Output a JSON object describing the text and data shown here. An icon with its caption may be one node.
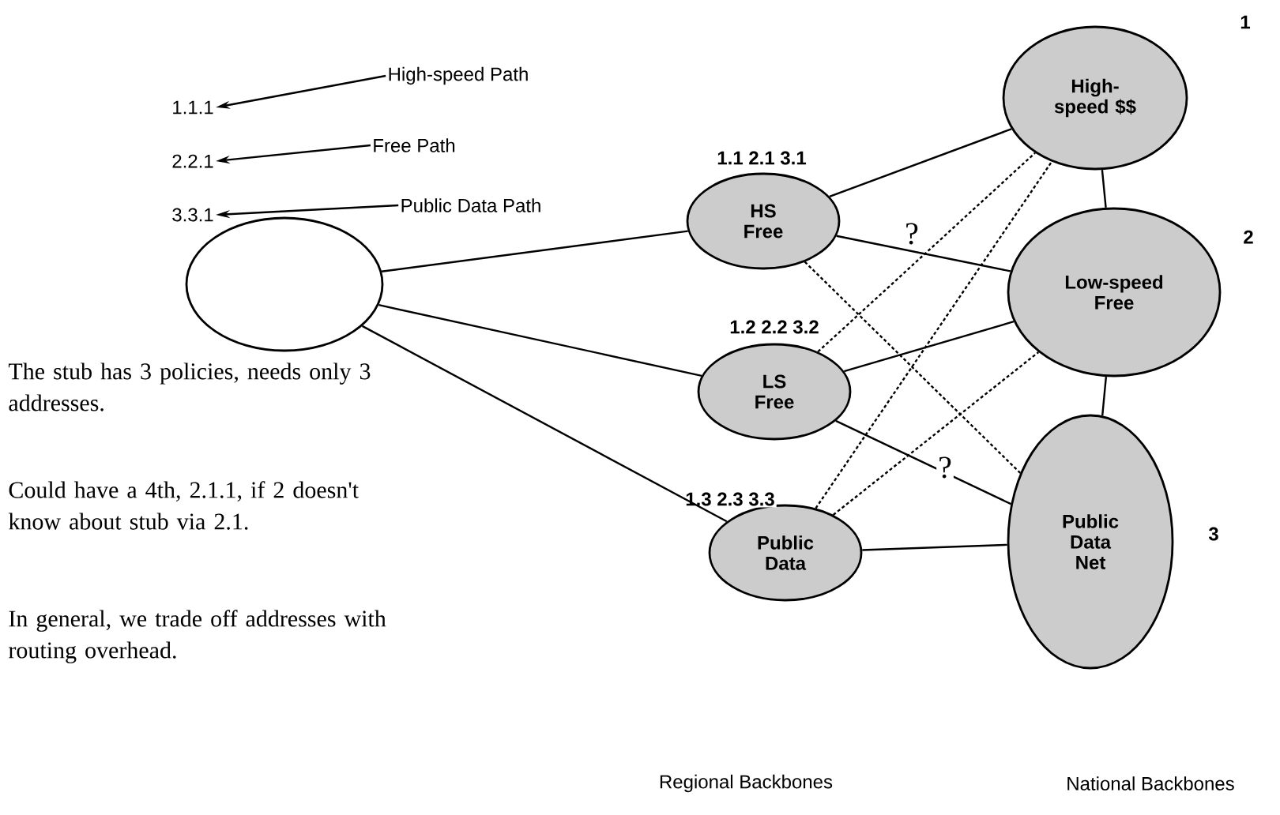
{
  "diagram": {
    "nodes": [
      {
        "text": [
          "1.1.1"
        ]
      },
      {
        "text": [
          "High-speed Path"
        ]
      },
      {
        "text": [
          "2.2.1"
        ]
      },
      {
        "text": [
          "Free Path"
        ]
      },
      {
        "text": [
          "3.3.1"
        ]
      },
      {
        "text": [
          "Public Data Path"
        ]
      },
      {
        "text": [],
        "shape": "ellipse"
      },
      {
        "text": [
          "HS Free"
        ],
        "beside": [
          "1.1 2.1 3.1"
        ]
      },
      {
        "text": [
          "LS Free"
        ],
        "beside": [
          "1.2 2.2 3.2"
        ]
      },
      {
        "text": [
          "Public Data"
        ],
        "beside": [
          "1.3 2.3 3.3"
        ]
      },
      {
        "text": [
          "High-speed $$"
        ],
        "beside": [
          "1"
        ]
      },
      {
        "text": [
          "Low-speed Free"
        ],
        "beside": [
          "2"
        ]
      },
      {
        "text": [
          "Public Data Net"
        ],
        "beside": [
          "3"
        ]
      }
    ],
    "edges": [
      {
        "from": 1,
        "to": 0,
        "arrow": "to"
      },
      {
        "from": 3,
        "to": 2,
        "arrow": "to"
      },
      {
        "from": 5,
        "to": 4,
        "arrow": "to"
      },
      {
        "from": 6,
        "to": 7,
        "arrow": "none"
      },
      {
        "from": 6,
        "to": 8,
        "arrow": "none"
      },
      {
        "from": 6,
        "to": 9,
        "arrow": "none"
      },
      {
        "from": 7,
        "to": 10,
        "arrow": "none"
      },
      {
        "from": 7,
        "to": 11,
        "arrow": "none"
      },
      {
        "from": 7,
        "to": 12,
        "arrow": "none",
        "style": "dashed"
      },
      {
        "from": 8,
        "to": 10,
        "arrow": "none",
        "style": "dashed"
      },
      {
        "from": 8,
        "to": 11,
        "arrow": "none"
      },
      {
        "from": 8,
        "to": 12,
        "arrow": "none"
      },
      {
        "from": 9,
        "to": 10,
        "arrow": "none",
        "style": "dashed"
      },
      {
        "from": 9,
        "to": 11,
        "arrow": "none",
        "style": "dashed"
      },
      {
        "from": 9,
        "to": 12,
        "arrow": "none"
      },
      {
        "from": 10,
        "to": 11,
        "arrow": "none"
      },
      {
        "from": 11,
        "to": 12,
        "arrow": "none"
      }
    ],
    "labels": [
      "?",
      "The stub has 3 policies, needs only 3 addresses.",
      "Could have a 4th, 2.1.1, if 2 doesn't know about stub via 2.1.",
      "?",
      "In general, we trade off addresses with routing overhead.",
      "Regional Backbones",
      "National Backbones"
    ]
  }
}
